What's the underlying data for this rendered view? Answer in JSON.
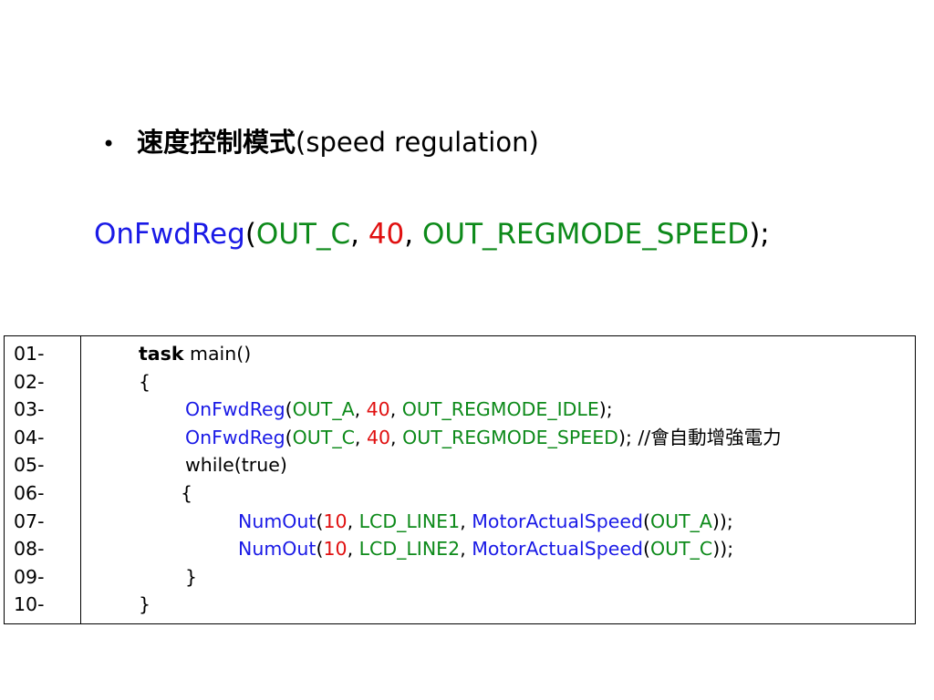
{
  "bullet": {
    "marker": "•",
    "title_cjk": "速度控制模式",
    "title_en": "(speed regulation)"
  },
  "headline": {
    "func": "OnFwdReg",
    "open": "(",
    "arg1": "OUT_C",
    "sep1": ", ",
    "arg2": "40",
    "sep2": ", ",
    "arg3": "OUT_REGMODE_SPEED",
    "close": ");"
  },
  "code": {
    "line_numbers": [
      "01-",
      "02-",
      "03-",
      "04-",
      "05-",
      "06-",
      "07-",
      "08-",
      "09-",
      "10-"
    ],
    "l1_kw": "task",
    "l1_rest": " main()",
    "l2": "{",
    "l3": {
      "func": "OnFwdReg",
      "open": "(",
      "arg1": "OUT_A",
      "sep1": ", ",
      "arg2": "40",
      "sep2": ", ",
      "arg3": "OUT_REGMODE_IDLE",
      "close": ");"
    },
    "l4": {
      "func": "OnFwdReg",
      "open": "(",
      "arg1": "OUT_C",
      "sep1": ", ",
      "arg2": "40",
      "sep2": ", ",
      "arg3": "OUT_REGMODE_SPEED",
      "close": "); //會自動增強電力"
    },
    "l5": "while(true)",
    "l6": "{",
    "l7": {
      "func": "NumOut",
      "open": "(",
      "arg1": "10",
      "sep1": ", ",
      "arg2": "LCD_LINE1",
      "sep2": ", ",
      "func2": "MotorActualSpeed",
      "open2": "(",
      "arg3": "OUT_A",
      "close": "));"
    },
    "l8": {
      "func": "NumOut",
      "open": "(",
      "arg1": "10",
      "sep1": ", ",
      "arg2": "LCD_LINE2",
      "sep2": ", ",
      "func2": "MotorActualSpeed",
      "open2": "(",
      "arg3": "OUT_C",
      "close": "));"
    },
    "l9": "}",
    "l10": "}"
  },
  "colors": {
    "function": "#1a1ae6",
    "constant": "#0d8a1a",
    "number": "#e01010"
  }
}
